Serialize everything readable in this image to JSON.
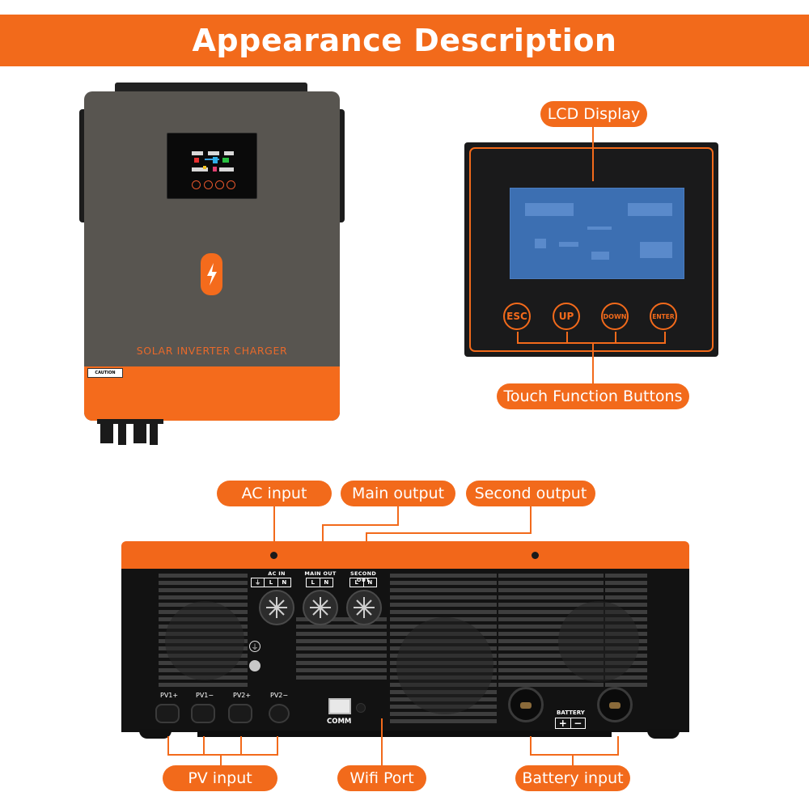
{
  "header": {
    "title": "Appearance Description"
  },
  "front_unit": {
    "product_label": "SOLAR INVERTER CHARGER",
    "caution_sticker": "CAUTION"
  },
  "lcd_panel": {
    "buttons": [
      "ESC",
      "UP",
      "DOWN",
      "ENTER"
    ]
  },
  "rear_unit": {
    "terminals": {
      "ac_in": "AC IN",
      "main_out": "MAIN OUT",
      "second_out": "SECOND OUT",
      "L": "L",
      "N": "N"
    },
    "pv_labels": [
      "PV1+",
      "PV1−",
      "PV2+",
      "PV2−"
    ],
    "comm_label": "COMM",
    "battery_label": "BATTERY",
    "battery_plus": "+",
    "battery_minus": "−"
  },
  "callouts": {
    "lcd_display": "LCD Display",
    "touch_buttons": "Touch Function Buttons",
    "ac_input": "AC input",
    "main_output": "Main output",
    "second_output": "Second output",
    "pv_input": "PV input",
    "wifi_port": "Wifi Port",
    "battery_input": "Battery input"
  },
  "colors": {
    "accent": "#f26a1b",
    "panel_dark": "#1a1a1b",
    "lcd_blue": "#3c6fb2",
    "body_gray": "#585550"
  }
}
